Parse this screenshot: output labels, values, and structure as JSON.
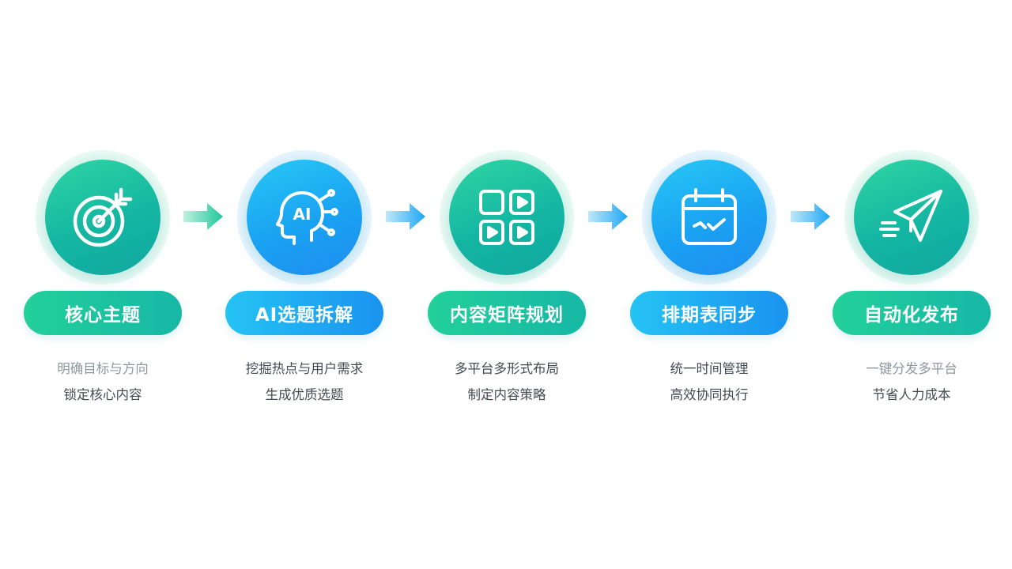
{
  "colors": {
    "green": "#1dc39f",
    "blue": "#1fa6f2",
    "text_dark": "#444a52",
    "text_muted": "#8e979f"
  },
  "steps": [
    {
      "icon": "target-icon",
      "title": "核心主题",
      "line1": "明确目标与方向",
      "line2": "锁定核心内容",
      "theme": "green"
    },
    {
      "icon": "ai-head-icon",
      "icon_text": "AI",
      "title": "AI选题拆解",
      "line1": "挖掘热点与用户需求",
      "line2": "生成优质选题",
      "theme": "blue"
    },
    {
      "icon": "content-grid-icon",
      "title": "内容矩阵规划",
      "line1": "多平台多形式布局",
      "line2": "制定内容策略",
      "theme": "green"
    },
    {
      "icon": "calendar-icon",
      "title": "排期表同步",
      "line1": "统一时间管理",
      "line2": "高效协同执行",
      "theme": "blue"
    },
    {
      "icon": "paper-plane-icon",
      "title": "自动化发布",
      "line1": "一键分发多平台",
      "line2": "节省人力成本",
      "theme": "green"
    }
  ],
  "arrows": [
    "arrow-right-icon",
    "arrow-right-icon",
    "arrow-right-icon",
    "arrow-right-icon"
  ]
}
